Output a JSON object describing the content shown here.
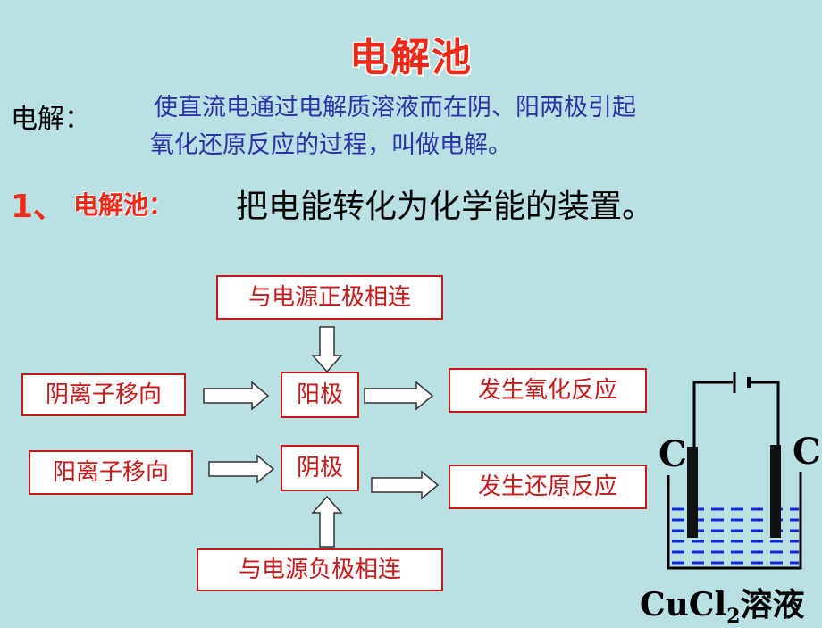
{
  "title": "电解池",
  "definition": {
    "label": "电解：",
    "line1": "使直流电通过电解质溶液而在阴、阳两极引起",
    "line2": "氧化还原反应的过程，叫做电解。"
  },
  "item": {
    "number": "1、",
    "term": "电解池：",
    "definition": "把电能转化为化学能的装置。"
  },
  "flow": {
    "anode_source": "与电源正极相连",
    "anion_move": "阴离子移向",
    "anode": "阳极",
    "oxidation": "发生氧化反应",
    "cation_move": "阳离子移向",
    "cathode": "阴极",
    "reduction": "发生还原反应",
    "cathode_source": "与电源负极相连"
  },
  "apparatus": {
    "electrode_left": "C",
    "electrode_right": "C",
    "solution_formula": "CuCl",
    "solution_subscript": "2",
    "solution_word": "溶液"
  },
  "colors": {
    "background": "#b9e0e2",
    "title_red": "#f02818",
    "definition_blue": "#2a32a8",
    "box_red": "#c81818",
    "solution_blue": "#1428e0"
  }
}
